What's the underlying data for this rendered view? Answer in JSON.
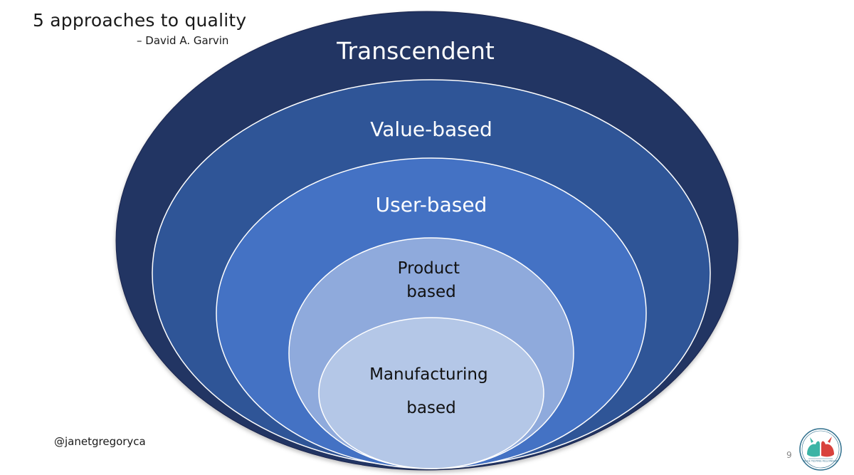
{
  "slide": {
    "title": "5 approaches to quality",
    "attribution": "– David A. Garvin",
    "handle": "@janetgregoryca",
    "page_number": "9"
  },
  "diagram": {
    "type": "nested-ellipses",
    "layers": [
      {
        "label_lines": [
          "Transcendent"
        ],
        "fill": "#243463",
        "text_color": "#ffffff"
      },
      {
        "label_lines": [
          "Value-based"
        ],
        "fill": "#2F5597",
        "text_color": "#ffffff"
      },
      {
        "label_lines": [
          "User-based"
        ],
        "fill": "#4472C4",
        "text_color": "#ffffff"
      },
      {
        "label_lines": [
          "Product",
          "based"
        ],
        "fill": "#8FAADC",
        "text_color": "#111111"
      },
      {
        "label_lines": [
          "Manufacturing",
          "based"
        ],
        "fill": "#B4C7E7",
        "text_color": "#111111"
      }
    ]
  },
  "logo": {
    "icon": "agile-testing-fellowship-logo",
    "text": "AGILE TESTING FELLOWSHIP",
    "colors": {
      "teal": "#3CB4A5",
      "red": "#D9423D",
      "ring": "#2E6E8C"
    }
  }
}
